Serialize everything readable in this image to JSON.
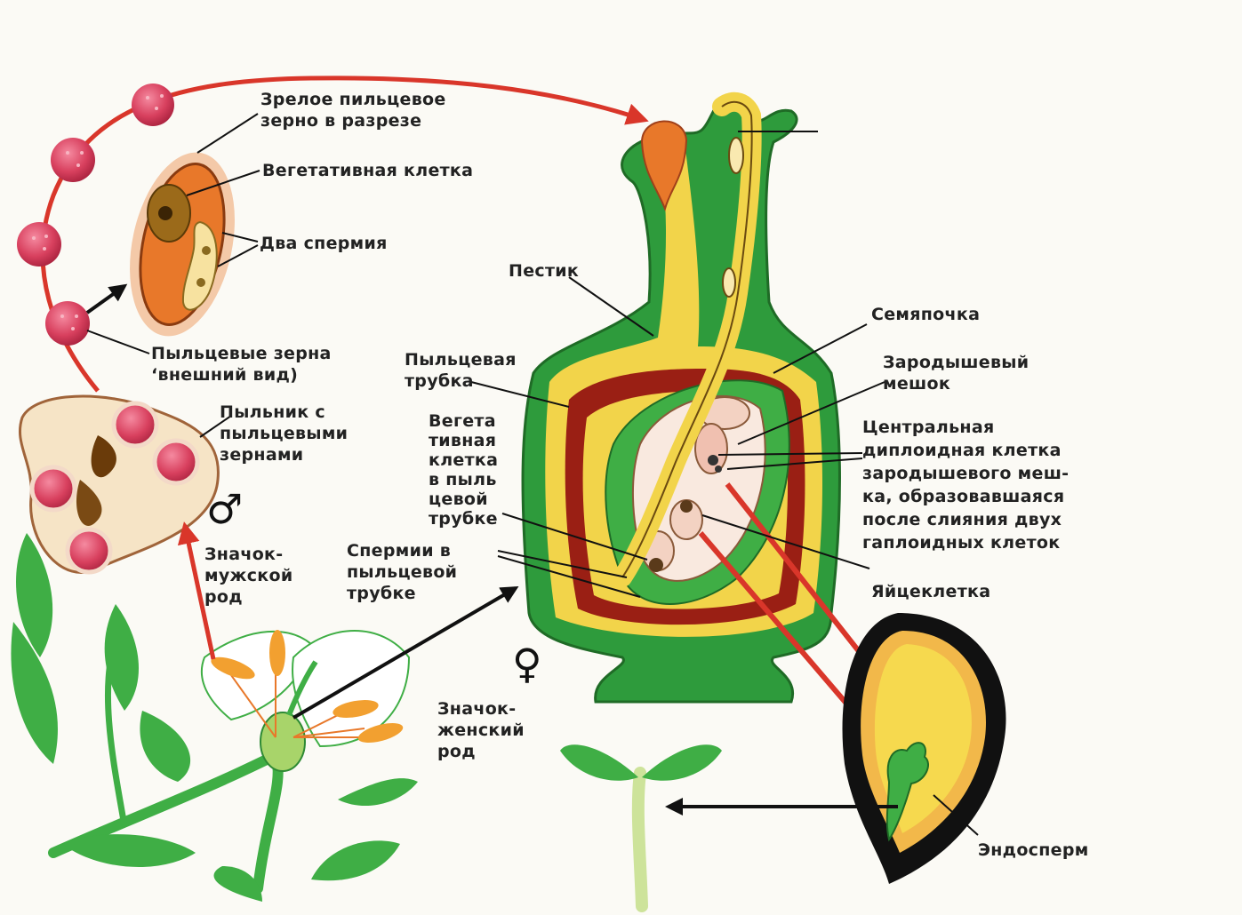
{
  "labels": {
    "mature_pollen_grain": "Зрелое пильцевое\nзерно в разрезе",
    "vegetative_cell": "Вегетативная клетка",
    "two_sperms": "Два спермия",
    "pollen_grains_external": "Пыльцевые зерна\n‘внешний вид)",
    "anther": "Пыльник с\nпыльцевыми\nзернами",
    "male_sign_caption": "Значок-\nмужской\nрод",
    "pistil": "Пестик",
    "pollen_tube": "Пыльцевая\nтрубка",
    "vegetative_cell_in_tube": "Вегета\nтивная\nклетка\nв пыль\nцевой\nтрубке",
    "sperms_in_tube": "Спермии в\nпыльцевой\nтрубке",
    "female_sign_caption": "Значок-\nженский\nрод",
    "ovule": "Семяпочка",
    "embryo_sac": "Зародышевый\nмешок",
    "central_cell": "Центральная\nдиплоидная клетка\nзародышевого меш-\nка, образовавшаяся\nпосле слияния двух\nгаплоидных клеток",
    "egg_cell": "Яйцеклетка",
    "endosperm": "Эндосперм"
  },
  "symbols": {
    "male": "♂",
    "female": "♀"
  },
  "colors": {
    "green": "#2e9b3c",
    "dark_green": "#1f7a2c",
    "yellow": "#f2d44a",
    "red_brown": "#9a1f14",
    "orange": "#e8782a",
    "pink": "#d8405e",
    "arrow_red": "#d9362a"
  }
}
